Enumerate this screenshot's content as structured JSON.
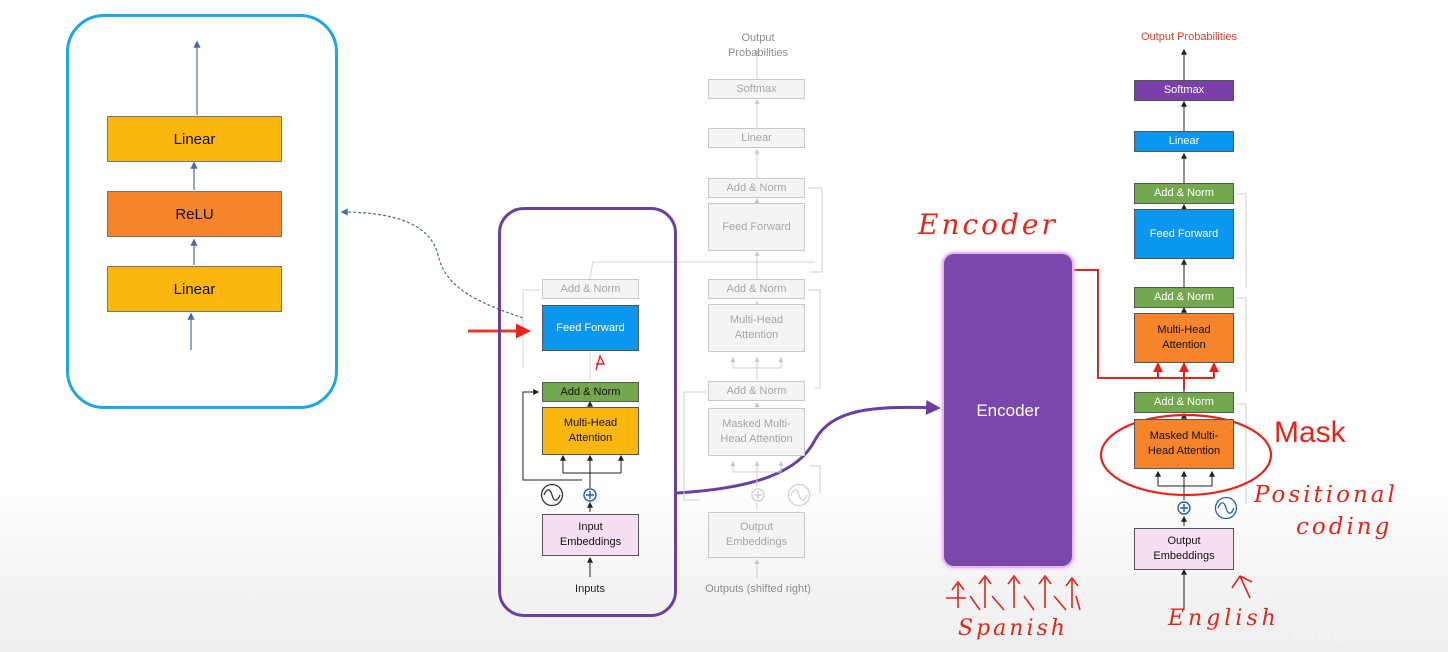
{
  "ffn_zoom": {
    "linear_top": "Linear",
    "relu": "ReLU",
    "linear_bottom": "Linear"
  },
  "encoder_block": {
    "add_norm_top": "Add & Norm",
    "feed_forward": "Feed Forward",
    "add_norm": "Add & Norm",
    "multi_head": "Multi-Head\nAttention",
    "input_embeddings": "Input\nEmbeddings",
    "inputs": "Inputs"
  },
  "ghost_decoder": {
    "output_probabilities": "Output\nProbabilities",
    "softmax": "Softmax",
    "linear": "Linear",
    "add_norm_1": "Add & Norm",
    "feed_forward": "Feed Forward",
    "add_norm_2": "Add & Norm",
    "multi_head": "Multi-Head\nAttention",
    "add_norm_3": "Add & Norm",
    "masked_multi_head": "Masked Multi-\nHead Attention",
    "output_embeddings": "Output\nEmbeddings",
    "outputs_shifted": "Outputs (shifted right)"
  },
  "encoder": {
    "title": "Encoder"
  },
  "decoder": {
    "output_probabilities": "Output Probabilities",
    "softmax": "Softmax",
    "linear": "Linear",
    "add_norm_1": "Add & Norm",
    "feed_forward": "Feed Forward",
    "add_norm_2": "Add & Norm",
    "multi_head": "Multi-Head\nAttention",
    "add_norm_3": "Add & Norm",
    "masked_multi_head": "Masked Multi-\nHead Attention",
    "output_embeddings": "Output\nEmbeddings"
  },
  "annotations": {
    "encoder_handwritten": "Encoder",
    "mask": "Mask",
    "positional_line1": "Positional",
    "positional_line2": "coding",
    "spanish": "Spanish",
    "english": "English"
  },
  "watermark": "CSDN @RichardsZ_",
  "colors": {
    "cyan_panel": "#1ba6e6",
    "purple_panel": "#6b3fa0",
    "encoder_box": "#7a47ad",
    "red_annotation": "#e8231a"
  }
}
